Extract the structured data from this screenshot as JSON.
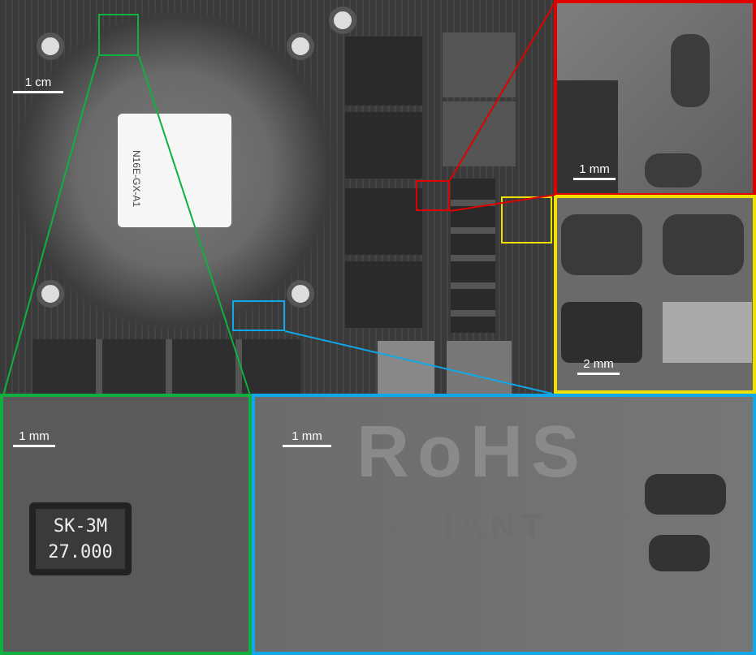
{
  "main": {
    "scale_label": "1 cm",
    "chip_marking": "N16E-GX-A1"
  },
  "insets": {
    "red": {
      "scale_label": "1 mm",
      "color": "#e00000"
    },
    "yellow": {
      "scale_label": "2 mm",
      "color": "#f0e000"
    },
    "green": {
      "scale_label": "1 mm",
      "crystal_line1": "SK-3M",
      "crystal_line2": "27.000",
      "color": "#10b040"
    },
    "blue": {
      "scale_label": "1 mm",
      "logo_line1": "RoHS",
      "logo_line2": "COMPLIANT",
      "color": "#10a8e8"
    }
  }
}
